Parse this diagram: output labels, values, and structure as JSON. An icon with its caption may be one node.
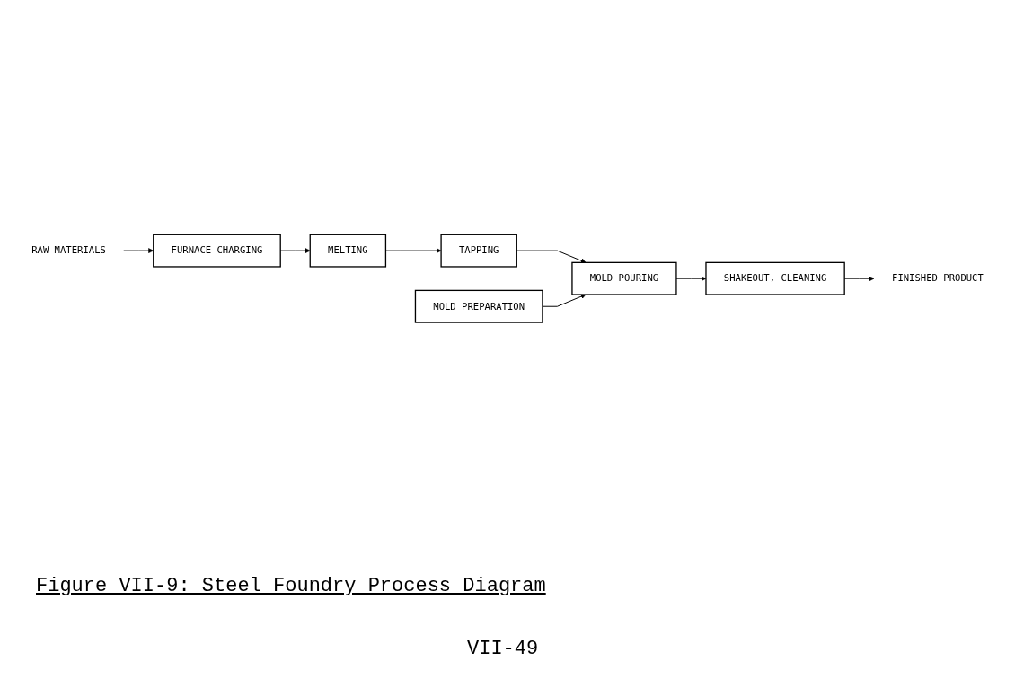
{
  "diagram": {
    "caption": "Figure VII-9: Steel Foundry Process Diagram",
    "nodes": [
      {
        "text": [
          "RAW MATERIALS"
        ]
      },
      {
        "text": [
          "FURNACE CHARGING"
        ]
      },
      {
        "text": [
          "MELTING"
        ]
      },
      {
        "text": [
          "TAPPING"
        ]
      },
      {
        "text": [
          "MOLD PREPARATION"
        ]
      },
      {
        "text": [
          "MOLD POURING"
        ]
      },
      {
        "text": [
          "SHAKEOUT, CLEANING"
        ]
      },
      {
        "text": [
          "FINISHED PRODUCT"
        ]
      }
    ],
    "edges": [
      {
        "from": 0,
        "to": 1,
        "arrow": "to"
      },
      {
        "from": 1,
        "to": 2,
        "arrow": "to"
      },
      {
        "from": 2,
        "to": 3,
        "arrow": "to"
      },
      {
        "from": 3,
        "to": 5,
        "arrow": "to"
      },
      {
        "from": 4,
        "to": 5,
        "arrow": "to"
      },
      {
        "from": 5,
        "to": 6,
        "arrow": "to"
      },
      {
        "from": 6,
        "to": 7,
        "arrow": "to"
      }
    ],
    "labels": [
      "VII-49"
    ]
  }
}
